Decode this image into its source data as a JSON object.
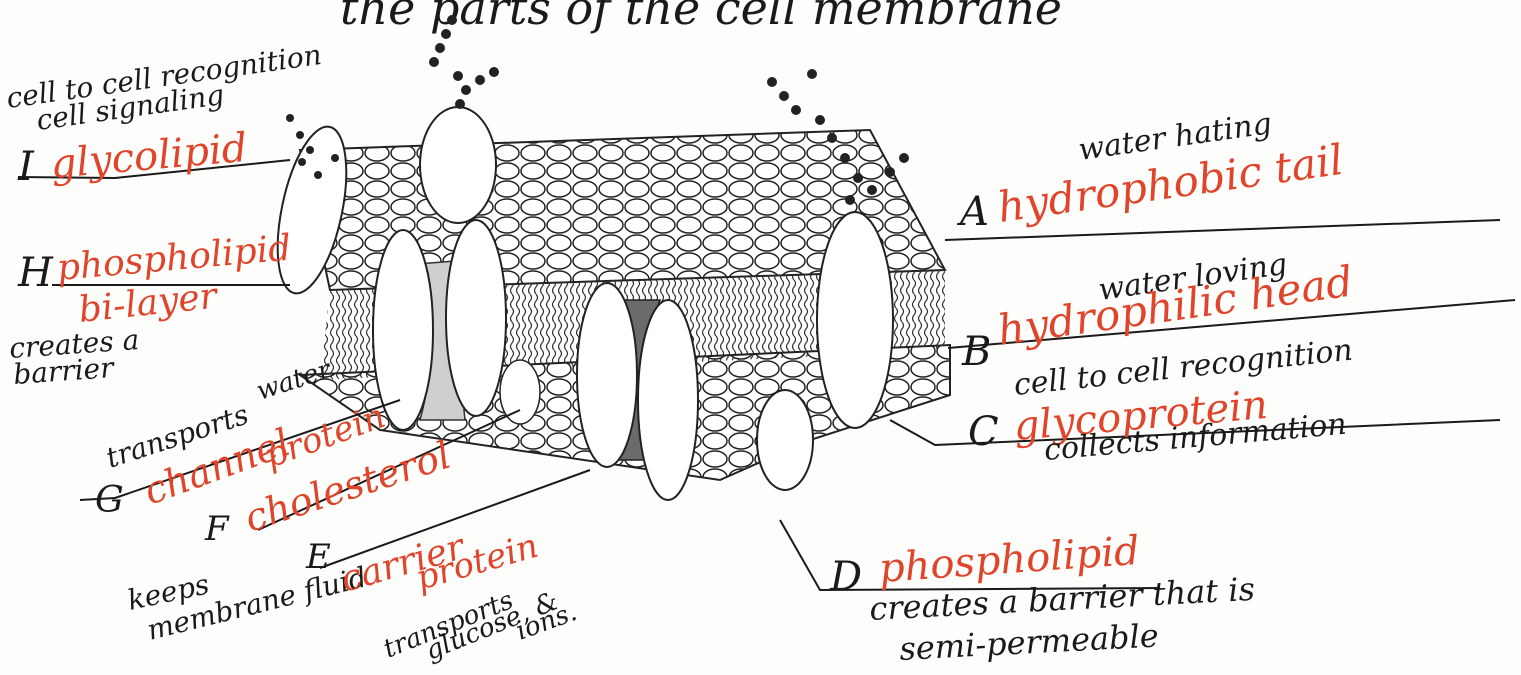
{
  "title_fragment": "the parts of the cell membrane",
  "labels": {
    "A": {
      "letter": "A",
      "term": "hydrophobic tail",
      "note": "water hating"
    },
    "B": {
      "letter": "B",
      "term": "hydrophilic head",
      "note": "water loving"
    },
    "C": {
      "letter": "C",
      "term": "glycoprotein",
      "note_above": "cell to cell recognition",
      "note_below": "collects information"
    },
    "D": {
      "letter": "D",
      "term": "phospholipid",
      "note_1": "creates a barrier that is",
      "note_2": "semi-permeable"
    },
    "E": {
      "letter": "E",
      "term_1": "carrier",
      "term_2": "protein",
      "note_1": "transports",
      "note_2": "glucose, &",
      "note_3": "ions."
    },
    "F": {
      "letter": "F",
      "term": "cholesterol",
      "note_1": "keeps",
      "note_2": "membrane fluid"
    },
    "G": {
      "letter": "G",
      "term_1": "channel",
      "term_2": "protein",
      "note_1": "transports",
      "note_2": "water"
    },
    "H": {
      "letter": "H",
      "term_1": "phospholipid",
      "term_2": "bi-layer",
      "note_1": "creates a",
      "note_2": "barrier"
    },
    "I": {
      "letter": "I",
      "term": "glycolipid",
      "note_1": "cell to cell recognition",
      "note_2": "cell signaling"
    }
  },
  "colors": {
    "ink": "#1a1a1a",
    "red_ink": "#e0452c",
    "paper": "#fdfdfb"
  }
}
